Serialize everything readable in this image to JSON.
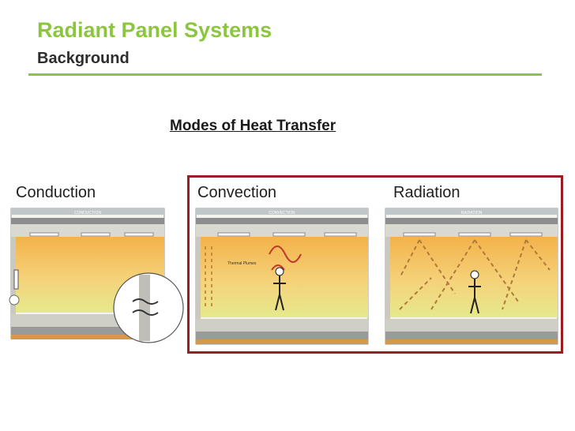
{
  "header": {
    "title": "Radiant Panel Systems",
    "subtitle": "Background"
  },
  "section": {
    "heading": "Modes of Heat Transfer"
  },
  "modes": [
    {
      "label": "Conduction",
      "banner": "CONDUCTION"
    },
    {
      "label": "Convection",
      "banner": "CONVECTION",
      "annotation": "Thermal Plumes"
    },
    {
      "label": "Radiation",
      "banner": "RADIATION"
    }
  ],
  "colors": {
    "title": "#8cc63e",
    "rule": "#8cc63e",
    "highlight_border": "#9e1b20",
    "room_warm": "#f3b24a",
    "room_cool": "#e6e98c"
  },
  "icons": [
    "person-icon",
    "ceiling-panel-icon",
    "heat-ray-icon",
    "thermal-plume-icon",
    "magnifier-callout-icon"
  ]
}
